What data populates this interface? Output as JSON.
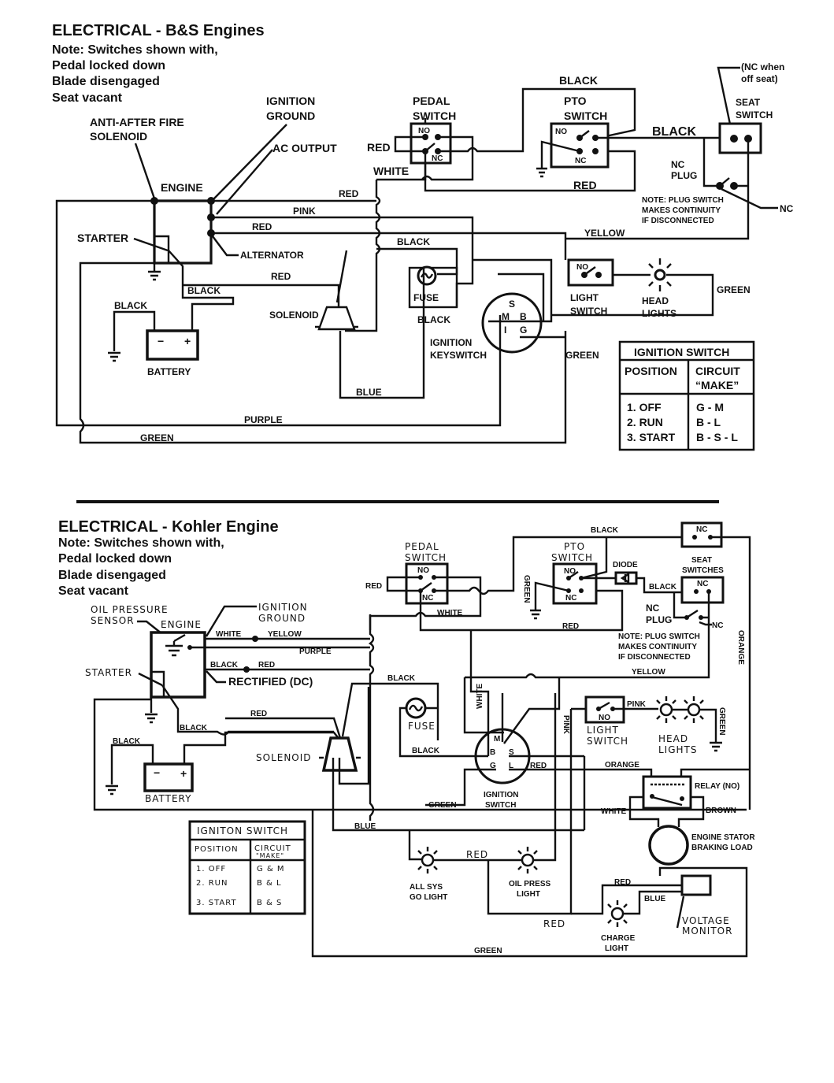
{
  "bs": {
    "title": "ELECTRICAL - B&S Engines",
    "notes": [
      "Note: Switches shown with,",
      "Pedal locked down",
      "Blade disengaged",
      "Seat vacant"
    ],
    "components": {
      "anti_after_fire": [
        "ANTI-AFTER FIRE",
        "SOLENOID"
      ],
      "ignition_ground": [
        "IGNITION",
        "GROUND"
      ],
      "ac_output": "AC OUTPUT",
      "engine": "ENGINE",
      "starter": "STARTER",
      "alternator": "ALTERNATOR",
      "battery": "BATTERY",
      "battery_minus": "−",
      "battery_plus": "+",
      "solenoid": "SOLENOID",
      "fuse": "FUSE",
      "ignition_keyswitch": [
        "IGNITION",
        "KEYSWITCH"
      ],
      "pedal_switch": [
        "PEDAL",
        "SWITCH"
      ],
      "pto_switch": [
        "PTO",
        "SWITCH"
      ],
      "seat_switch": [
        "SEAT",
        "SWITCH"
      ],
      "nc_when_off_seat": [
        "(NC when",
        "off seat)"
      ],
      "nc_plug": [
        "NC",
        "PLUG"
      ],
      "plug_note": [
        "NOTE: PLUG SWITCH",
        "MAKES CONTINUITY",
        "IF DISCONNECTED"
      ],
      "nc": "NC",
      "no": "NO",
      "light_switch": [
        "LIGHT",
        "SWITCH"
      ],
      "head_lights": [
        "HEAD",
        "LIGHTS"
      ],
      "terminals": {
        "s": "S",
        "m": "M",
        "b": "B",
        "i": "I",
        "g": "G"
      }
    },
    "wires": {
      "red1": "RED",
      "white": "WHITE",
      "black_top": "BLACK",
      "black_mid": "BLACK",
      "red_pto": "RED",
      "red_engine": "RED",
      "pink": "PINK",
      "red2": "RED",
      "black_fuse": "BLACK",
      "yellow": "YELLOW",
      "red_sol": "RED",
      "black_starter": "BLACK",
      "black_battery": "BLACK",
      "black_key": "BLACK",
      "blue": "BLUE",
      "purple": "PURPLE",
      "green_bottom": "GREEN",
      "green_key": "GREEN",
      "green_lights": "GREEN"
    },
    "ignition_table": {
      "title": "IGNITION SWITCH",
      "headers": [
        "POSITION",
        "CIRCUIT “MAKE”"
      ],
      "rows": [
        {
          "position": "1. OFF",
          "circuit": "G - M"
        },
        {
          "position": "2. RUN",
          "circuit": "B - L"
        },
        {
          "position": "3. START",
          "circuit": "B - S - L"
        }
      ]
    }
  },
  "kohler": {
    "title": "ELECTRICAL - Kohler Engine",
    "notes": [
      "Note: Switches shown with,",
      "Pedal locked down",
      "Blade disengaged",
      "Seat vacant"
    ],
    "components": {
      "oil_pressure_sensor": [
        "OIL PRESSURE",
        "SENSOR"
      ],
      "ignition_ground": [
        "IGNITION",
        "GROUND"
      ],
      "engine": "ENGINE",
      "starter": "STARTER",
      "rectified": "RECTIFIED (DC)",
      "battery": "BATTERY",
      "battery_minus": "−",
      "battery_plus": "+",
      "solenoid": "SOLENOID",
      "fuse": "FUSE",
      "ignition_switch": [
        "IGNITION",
        "SWITCH"
      ],
      "pedal_switch": [
        "PEDAL",
        "SWITCH"
      ],
      "pto_switch": [
        "PTO",
        "SWITCH"
      ],
      "diode": "DIODE",
      "seat_switches": [
        "SEAT",
        "SWITCHES"
      ],
      "nc_plug": [
        "NC",
        "PLUG"
      ],
      "plug_note": [
        "NOTE: PLUG SWITCH",
        "MAKES CONTINUITY",
        "IF DISCONNECTED"
      ],
      "nc": "NC",
      "no": "NO",
      "light_switch": [
        "LIGHT",
        "SWITCH"
      ],
      "head_lights": [
        "HEAD",
        "LIGHTS"
      ],
      "relay": "RELAY (NO)",
      "stator": [
        "ENGINE STATOR",
        "BRAKING LOAD"
      ],
      "all_sys_go": [
        "ALL SYS",
        "GO LIGHT"
      ],
      "oil_press_light": [
        "OIL PRESS",
        "LIGHT"
      ],
      "charge_light": [
        "CHARGE",
        "LIGHT"
      ],
      "voltage_monitor": [
        "VOLTAGE",
        "MONITOR"
      ],
      "terminals": {
        "m": "M",
        "b": "B",
        "s": "S",
        "g": "G",
        "l": "L"
      }
    },
    "wires": {
      "white_engine": "WHITE",
      "yellow_engine": "YELLOW",
      "purple": "PURPLE",
      "black_engine": "BLACK",
      "red_engine": "RED",
      "red_pedal": "RED",
      "white_pedal": "WHITE",
      "black_top": "BLACK",
      "black_seat": "BLACK",
      "green_pto": "GREEN",
      "red_pto": "RED",
      "yellow": "YELLOW",
      "orange_right": "ORANGE",
      "black_fuse": "BLACK",
      "white_vert": "WHITE",
      "red_solenoid": "RED",
      "black_starter": "BLACK",
      "black_battery": "BLACK",
      "black_key": "BLACK",
      "pink_vert": "PINK",
      "pink_light": "PINK",
      "green_lights": "GREEN",
      "red_key": "RED",
      "orange_relay": "ORANGE",
      "white_relay": "WHITE",
      "brown_relay": "BROWN",
      "green_key": "GREEN",
      "blue": "BLUE",
      "red_lights": "RED",
      "red_bottom": "RED",
      "red_charge": "RED",
      "blue_charge": "BLUE",
      "green_bottom": "GREEN"
    },
    "ignition_table": {
      "title": "IGNITON SWITCH",
      "headers": [
        "POSITION",
        "CIRCUIT \"MAKE\""
      ],
      "rows": [
        {
          "position": "1. OFF",
          "circuit": "G & M"
        },
        {
          "position": "2. RUN",
          "circuit": "B & L"
        },
        {
          "position": "3. START",
          "circuit": "B & S"
        }
      ]
    }
  }
}
